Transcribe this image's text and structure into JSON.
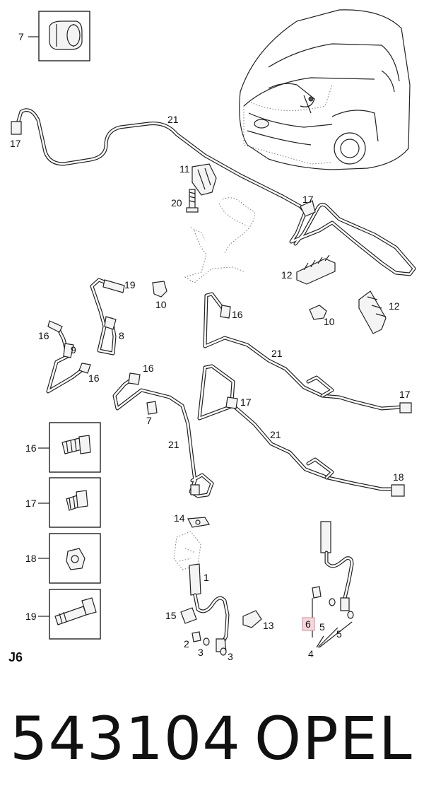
{
  "diagram": {
    "page_code": "J6",
    "callouts": {
      "c7_top": "7",
      "c21_a": "21",
      "c17_a": "17",
      "c11": "11",
      "c20": "20",
      "c17_b": "17",
      "c12_a": "12",
      "c19": "19",
      "c10_a": "10",
      "c16_a": "16",
      "c10_b": "10",
      "c12_b": "12",
      "c16_b": "16",
      "c9": "9",
      "c8": "8",
      "c16_c": "16",
      "c21_b": "21",
      "c16_d": "16",
      "c17_c": "17",
      "c17_d": "17",
      "c7_mid": "7",
      "c21_c": "21",
      "c21_d": "21",
      "c18": "18",
      "c14": "14",
      "c1": "1",
      "c15": "15",
      "c13": "13",
      "c2": "2",
      "c3_a": "3",
      "c3_b": "3",
      "c6": "6",
      "c5_a": "5",
      "c5_b": "5",
      "c4": "4"
    },
    "legend": [
      {
        "number": "16"
      },
      {
        "number": "17"
      },
      {
        "number": "18"
      },
      {
        "number": "19"
      }
    ],
    "highlight_color": "#e8a0a8"
  },
  "footer": {
    "part_number": "543104",
    "brand": "OPEL"
  }
}
